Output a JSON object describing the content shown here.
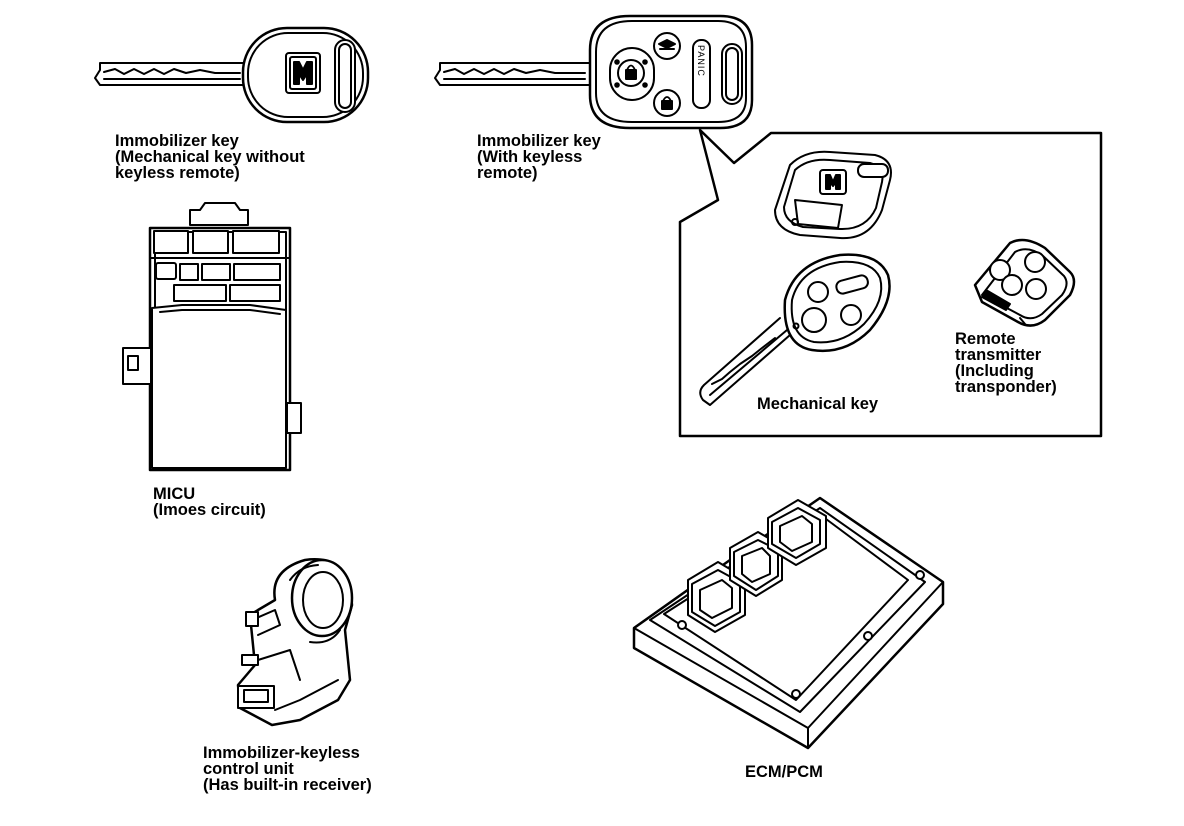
{
  "labels": {
    "immobilizer_key_mech": [
      "Immobilizer key",
      "(Mechanical key without",
      "keyless remote)"
    ],
    "immobilizer_key_remote": [
      "Immobilizer key",
      "(With keyless",
      "remote)"
    ],
    "mechanical_key": "Mechanical key",
    "remote_transmitter": [
      "Remote",
      "transmitter",
      "(Including",
      "transponder)"
    ],
    "micu": [
      "MICU",
      "(Imoes circuit)"
    ],
    "immobilizer_keyless_unit": [
      "Immobilizer-keyless",
      "control unit",
      "(Has built-in receiver)"
    ],
    "ecm_pcm": "ECM/PCM",
    "panic_button_text": "PANIC"
  }
}
